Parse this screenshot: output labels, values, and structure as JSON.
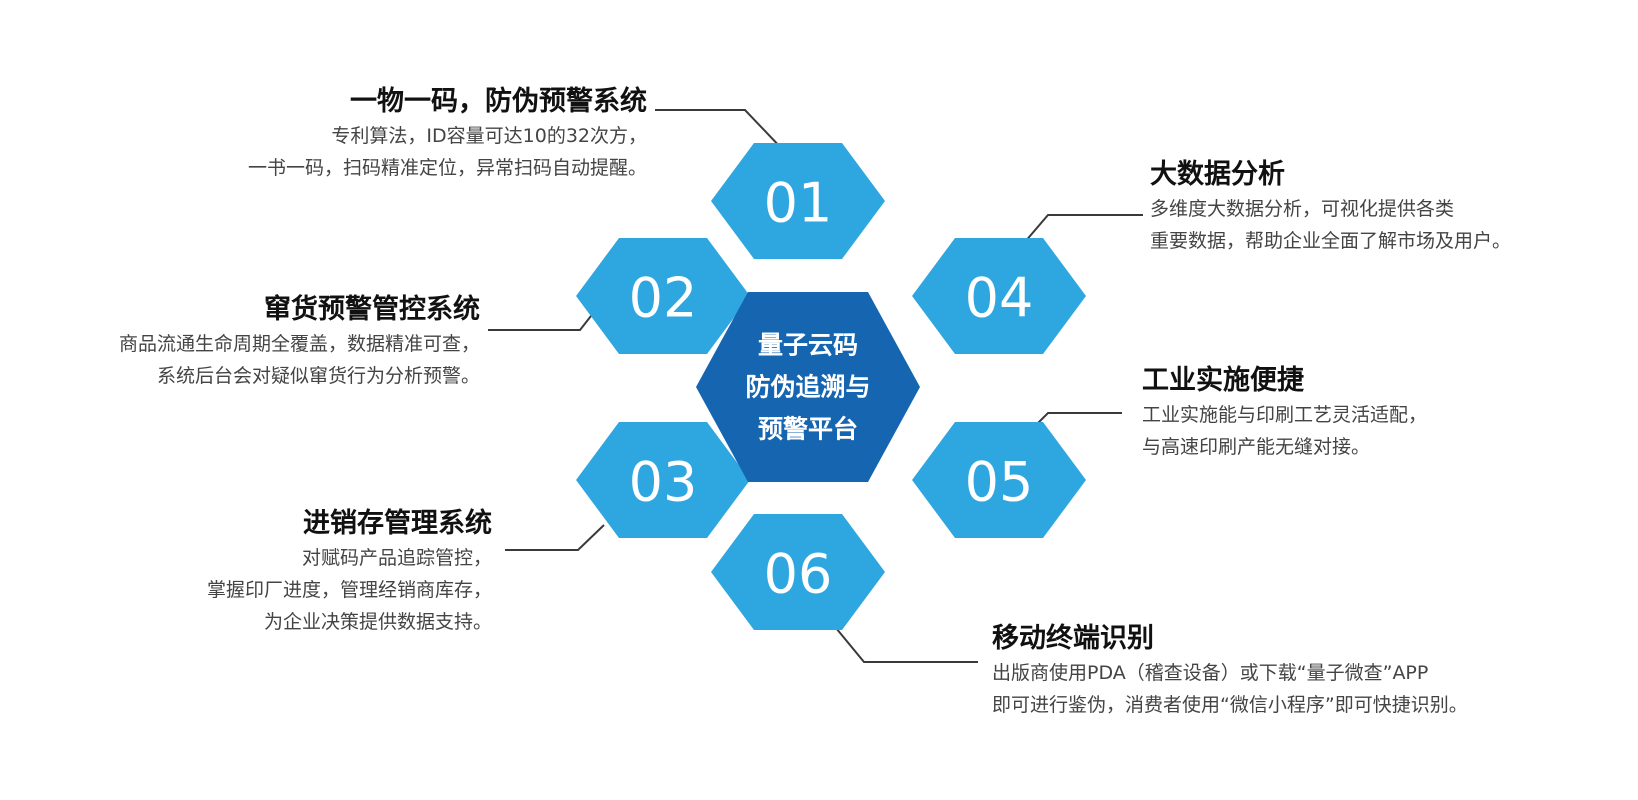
{
  "colors": {
    "hex_fill": "#2ea7e0",
    "center_fill": "#1565b0",
    "connector": "#3a3a3a",
    "title_text": "#111111",
    "desc_text": "#444444"
  },
  "center": {
    "lines": [
      "量子云码",
      "防伪追溯与",
      "预警平台"
    ]
  },
  "hexagons": [
    {
      "id": "01",
      "label": "01"
    },
    {
      "id": "02",
      "label": "02"
    },
    {
      "id": "03",
      "label": "03"
    },
    {
      "id": "04",
      "label": "04"
    },
    {
      "id": "05",
      "label": "05"
    },
    {
      "id": "06",
      "label": "06"
    }
  ],
  "features": [
    {
      "number": "01",
      "title": "一物一码，防伪预警系统",
      "desc": [
        "专利算法，ID容量可达10的32次方，",
        "一书一码，扫码精准定位，异常扫码自动提醒。"
      ]
    },
    {
      "number": "02",
      "title": "窜货预警管控系统",
      "desc": [
        "商品流通生命周期全覆盖，数据精准可查，",
        "系统后台会对疑似窜货行为分析预警。"
      ]
    },
    {
      "number": "03",
      "title": "进销存管理系统",
      "desc": [
        "对赋码产品追踪管控，",
        "掌握印厂进度，管理经销商库存，",
        "为企业决策提供数据支持。"
      ]
    },
    {
      "number": "04",
      "title": "大数据分析",
      "desc": [
        "多维度大数据分析，可视化提供各类",
        "重要数据，帮助企业全面了解市场及用户。"
      ]
    },
    {
      "number": "05",
      "title": "工业实施便捷",
      "desc": [
        "工业实施能与印刷工艺灵活适配，",
        "与高速印刷产能无缝对接。"
      ]
    },
    {
      "number": "06",
      "title": "移动终端识别",
      "desc": [
        "出版商使用PDA（稽查设备）或下载“量子微查”APP",
        "即可进行鉴伪，消费者使用“微信小程序”即可快捷识别。"
      ]
    }
  ]
}
